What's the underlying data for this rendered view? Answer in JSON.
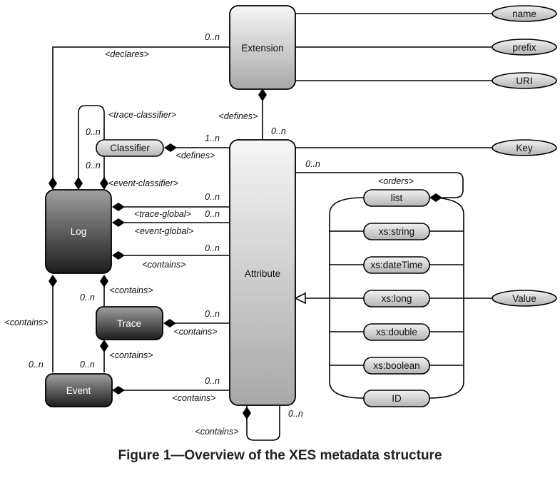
{
  "caption": "Figure 1—Overview of the XES metadata structure",
  "boxes": {
    "extension": "Extension",
    "log": "Log",
    "trace": "Trace",
    "event": "Event",
    "attribute": "Attribute",
    "classifier": "Classifier"
  },
  "ellipses": {
    "name": "name",
    "prefix": "prefix",
    "uri": "URI",
    "key": "Key",
    "value": "Value"
  },
  "types": [
    "list",
    "xs:string",
    "xs:dateTime",
    "xs:long",
    "xs:double",
    "xs:boolean",
    "ID"
  ],
  "labels": {
    "declares": "<declares>",
    "declares_mult": "0..n",
    "defines_ext": "<defines>",
    "defines_ext_mult": "0..n",
    "trace_classifier": "<trace-classifier>",
    "trace_classifier_mult": "0..n",
    "event_classifier": "<event-classifier>",
    "event_classifier_mult": "0..n",
    "defines_cls": "<defines>",
    "defines_cls_mult": "1..n",
    "key_mult": "0..n",
    "orders": "<orders>",
    "log_attr_mult": "0..n",
    "trace_global": "<trace-global>",
    "trace_global_mult": "0..n",
    "event_global": "<event-global>",
    "log_contains_attr_mult": "0..n",
    "log_contains_attr": "<contains>",
    "log_trace_contains": "<contains>",
    "log_trace_mult": "0..n",
    "log_event_contains": "<contains>",
    "log_event_mult": "0..n",
    "trace_attr_mult": "0..n",
    "trace_attr_contains": "<contains>",
    "trace_event_contains": "<contains>",
    "trace_event_mult": "0..n",
    "event_attr_mult": "0..n",
    "event_attr_contains": "<contains>",
    "attr_self_mult": "0..n",
    "attr_self_contains": "<contains>"
  },
  "colors": {
    "light_top": "#f4f4f4",
    "light_bottom": "#a9a9a9",
    "dark_top": "#9a9a9a",
    "dark_bottom": "#1e1e1e"
  }
}
